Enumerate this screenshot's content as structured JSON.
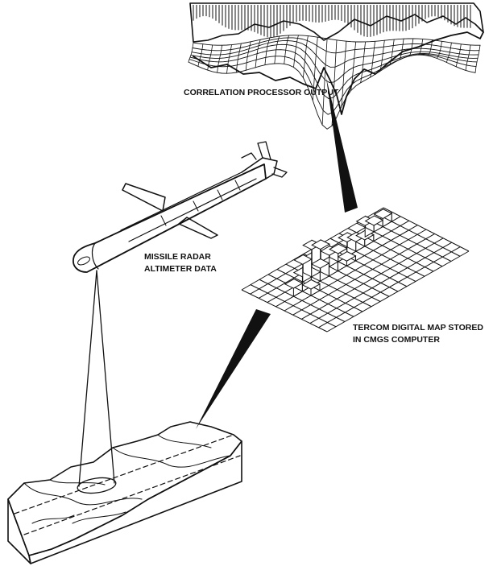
{
  "labels": {
    "correlation": "CORRELATION PROCESSOR OUTPUT",
    "altimeter_line1": "MISSILE RADAR",
    "altimeter_line2": "ALTIMETER DATA",
    "tercom_line1": "TERCOM DIGITAL MAP STORED",
    "tercom_line2": "IN CMGS COMPUTER"
  },
  "colors": {
    "ink": "#111111",
    "paper": "#ffffff"
  }
}
